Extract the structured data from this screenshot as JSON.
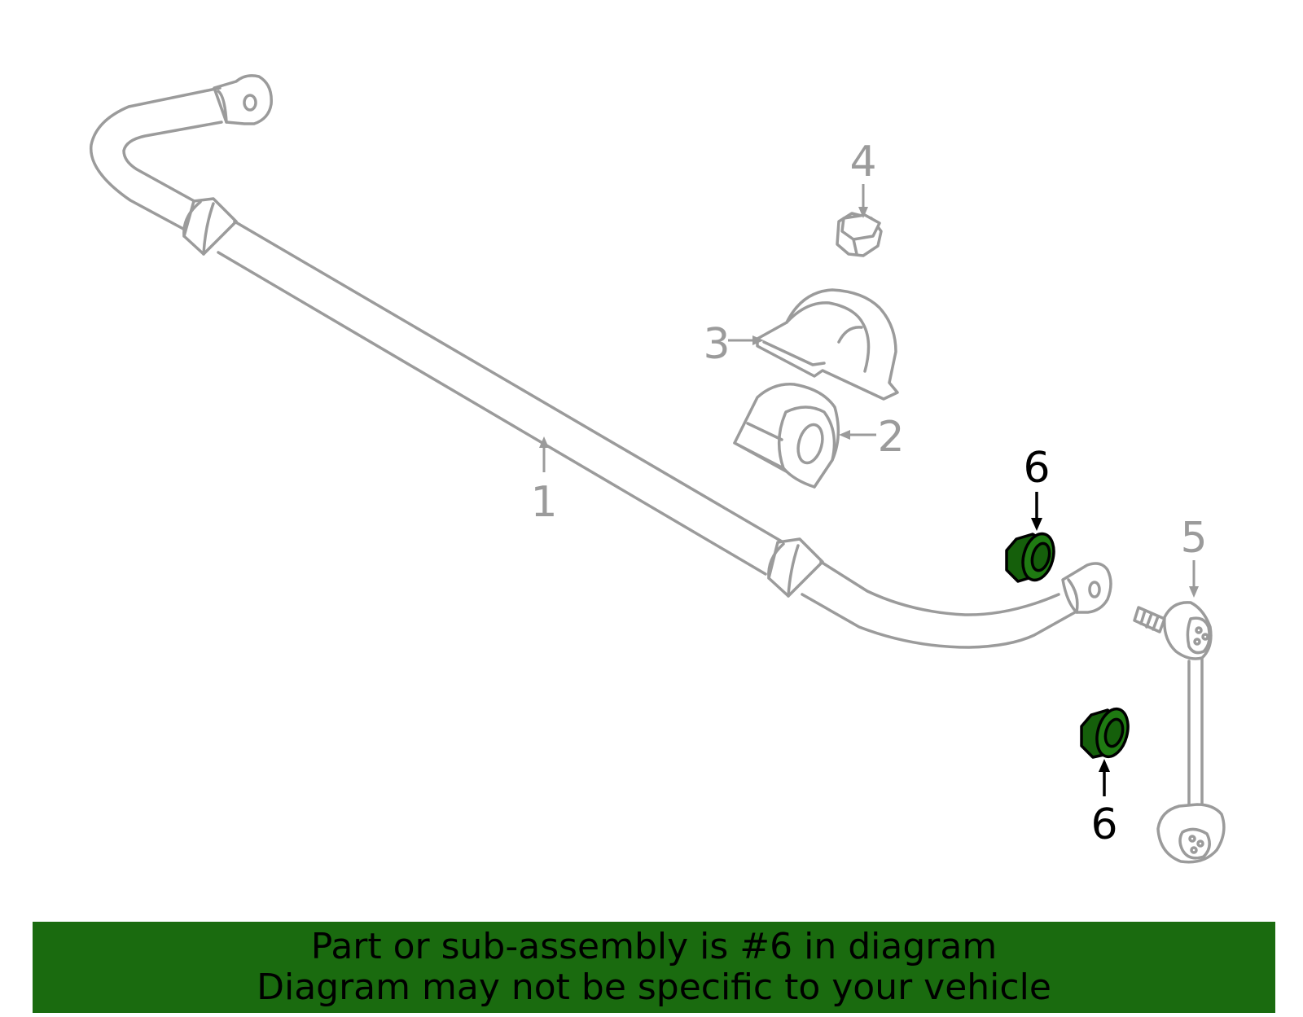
{
  "callouts": {
    "part_1": "1",
    "part_2": "2",
    "part_3": "3",
    "part_4": "4",
    "part_5": "5",
    "part_6_upper": "6",
    "part_6_lower": "6"
  },
  "banner": {
    "line1": "Part or sub-assembly is #6 in diagram",
    "line2": "Diagram may not be specific to your vehicle"
  },
  "colors": {
    "highlight_part": "#1f7a12",
    "banner_background": "#1a6b0f",
    "part_outline": "#9b9b9b",
    "highlight_label": "#000000"
  }
}
